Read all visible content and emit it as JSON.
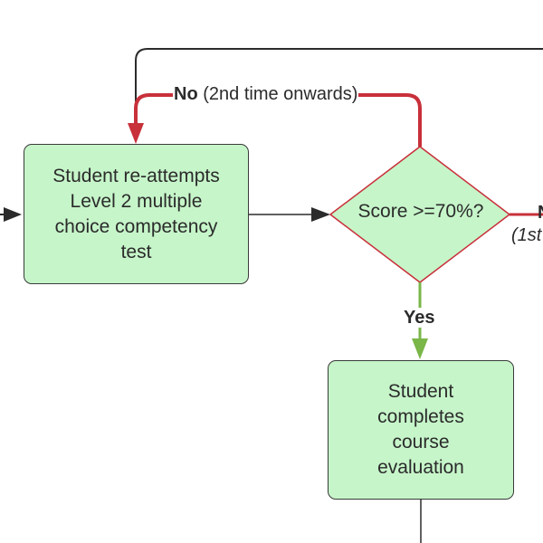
{
  "nodes": {
    "reattempt": {
      "lines": [
        "Student re-attempts",
        "Level 2 multiple",
        "choice competency",
        "test"
      ]
    },
    "decision": {
      "text": "Score >=70%?"
    },
    "evaluation": {
      "lines": [
        "Student",
        "completes",
        "course",
        "evaluation"
      ]
    }
  },
  "edges": {
    "no_loop": {
      "bold": "No",
      "rest": "(2nd time onwards)"
    },
    "yes": {
      "label": "Yes"
    },
    "no_right": {
      "bold": "N",
      "italic": "(1st"
    }
  },
  "colors": {
    "box_fill": "#c6f5c9",
    "box_border": "#3a3a3a",
    "diamond_border": "#c8303a",
    "no_edge": "#c8303a",
    "yes_edge": "#7ab648",
    "neutral_edge": "#2b2b2b"
  }
}
